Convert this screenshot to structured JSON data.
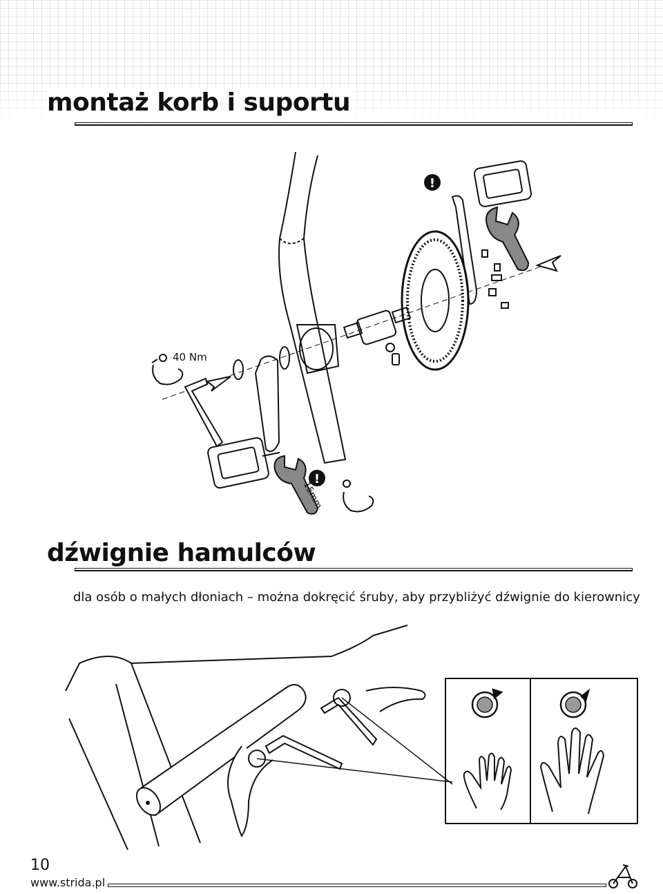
{
  "section1": {
    "title": "montaż korb i suportu"
  },
  "crank_diagram": {
    "torque_label": "40 Nm",
    "wrench_size_label": "15mm",
    "warning_symbol": "!"
  },
  "section2": {
    "title": "dźwignie hamulców",
    "caption": "dla osób o małych dłoniach – można dokręcić śruby, aby przybliżyć dźwignie do kierownicy"
  },
  "footer": {
    "page_number": "10",
    "website": "www.strida.pl"
  },
  "icons": [
    "wrench-icon",
    "warning-icon",
    "flexed-arm-icon",
    "allen-key-icon",
    "pedal-icon",
    "chainring-icon",
    "arrow-icon",
    "clockwise-rotation-icon",
    "counterclockwise-rotation-icon",
    "small-hand-icon",
    "large-hand-icon",
    "bicycle-logo-icon"
  ]
}
